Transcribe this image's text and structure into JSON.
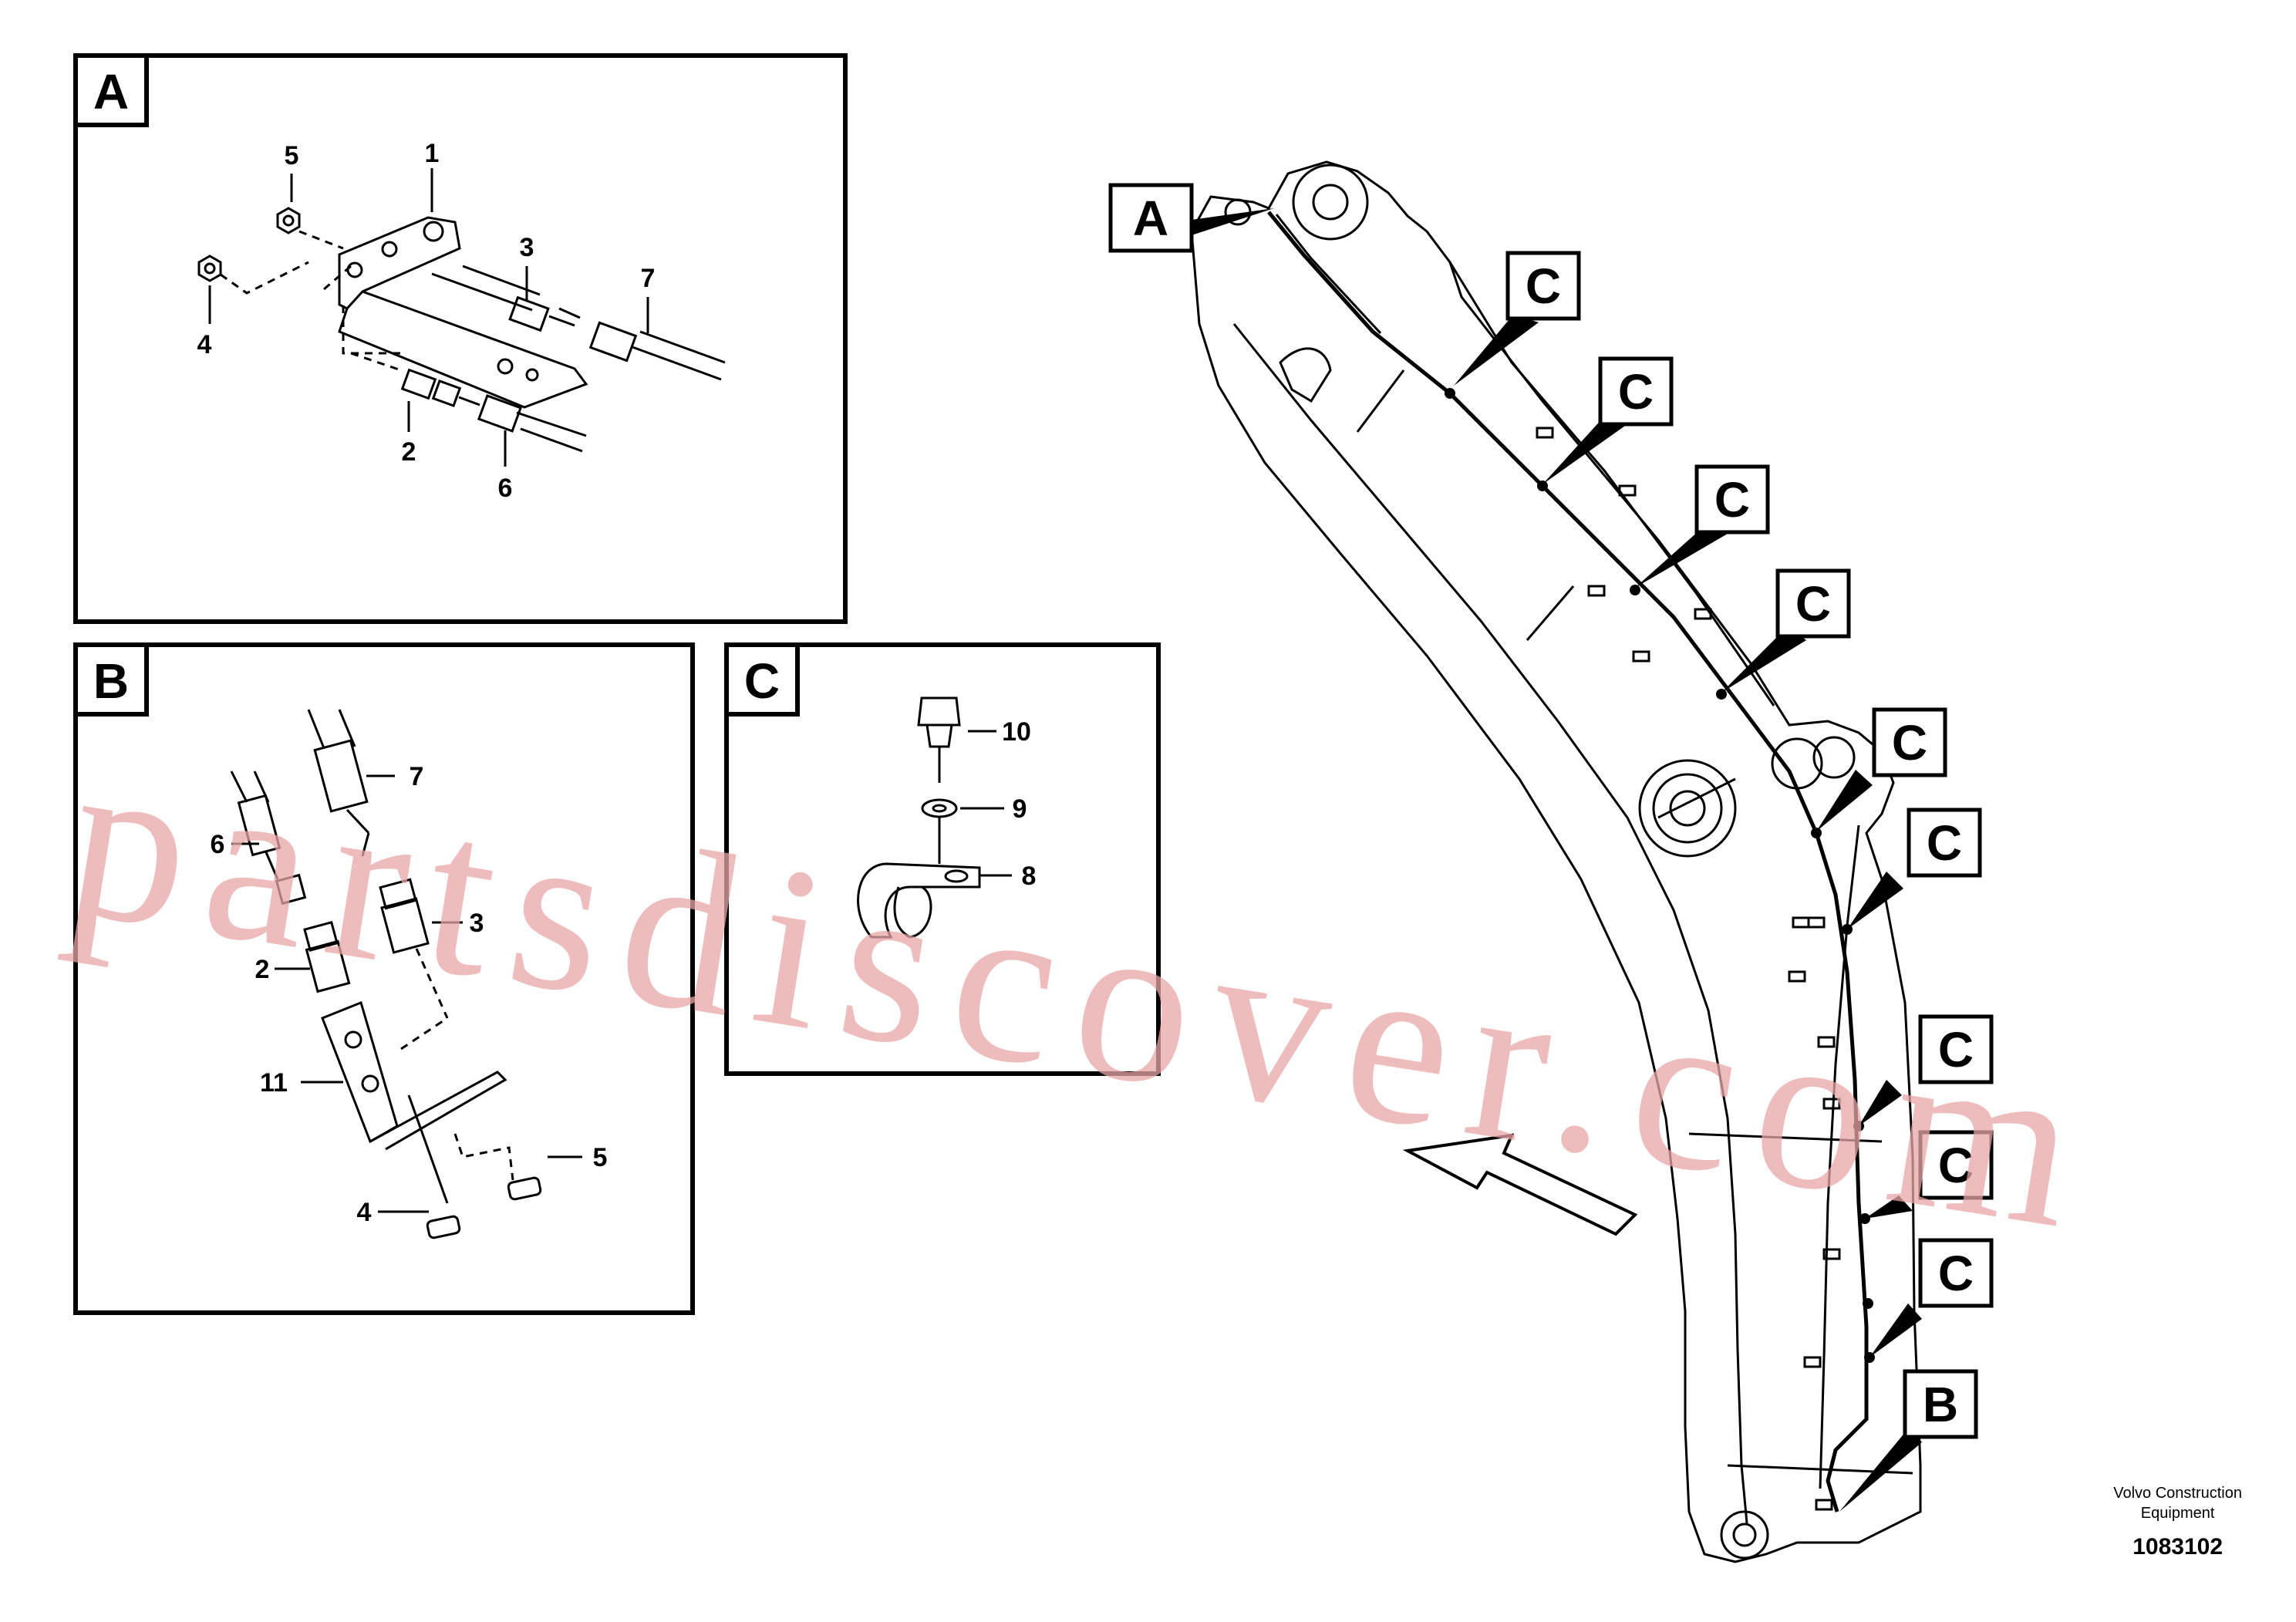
{
  "callouts": {
    "A": "A",
    "B": "B",
    "C": "C"
  },
  "detail_a": {
    "parts": [
      "5",
      "1",
      "3",
      "7",
      "4",
      "2",
      "6"
    ]
  },
  "detail_b": {
    "parts": [
      "7",
      "6",
      "3",
      "2",
      "11",
      "5",
      "4"
    ]
  },
  "detail_c": {
    "parts": [
      "10",
      "9",
      "8"
    ]
  },
  "watermark": "partsdiscover.com",
  "credit": {
    "line1": "Volvo Construction",
    "line2": "Equipment",
    "drawing_number": "1083102"
  },
  "colors": {
    "line": "#000000",
    "watermark": "#e8a6a6"
  },
  "icons": [
    "direction-arrow-icon"
  ]
}
